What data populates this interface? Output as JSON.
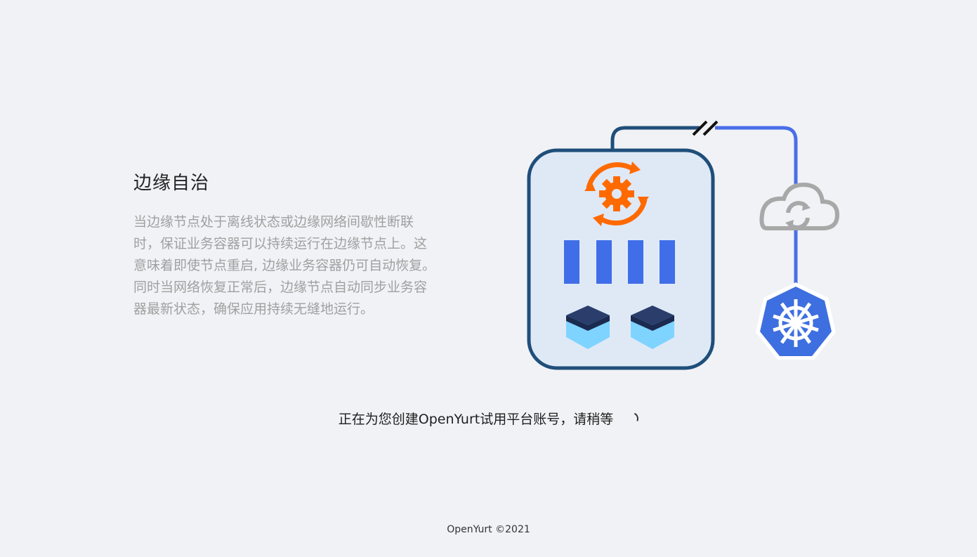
{
  "feature": {
    "title": "边缘自治",
    "description": "当边缘节点处于离线状态或边缘网络间歇性断联时，保证业务容器可以持续运行在边缘节点上。这意味着即使节点重启, 边缘业务容器仍可自动恢复。同时当网络恢复正常后，边缘节点自动同步业务容器最新状态，确保应用持续无缝地运行。"
  },
  "illustration": {
    "icons": [
      "gear-sync-icon",
      "cloud-sync-icon",
      "kubernetes-icon",
      "container-cube-icon",
      "disconnect-icon"
    ],
    "colors": {
      "node_border": "#1f4e7a",
      "node_fill": "#dfe9f6",
      "bars": "#3f6ee8",
      "gear": "#ff6a00",
      "link": "#4a6ee8",
      "cube_top": "#2b3e6b",
      "cube_body": "#7fd3ff",
      "cloud": "#a8a8a8",
      "k8s": "#3e6fe0"
    }
  },
  "status": {
    "message": "正在为您创建OpenYurt试用平台账号，请稍等"
  },
  "footer": {
    "copyright": "OpenYurt ©2021"
  }
}
